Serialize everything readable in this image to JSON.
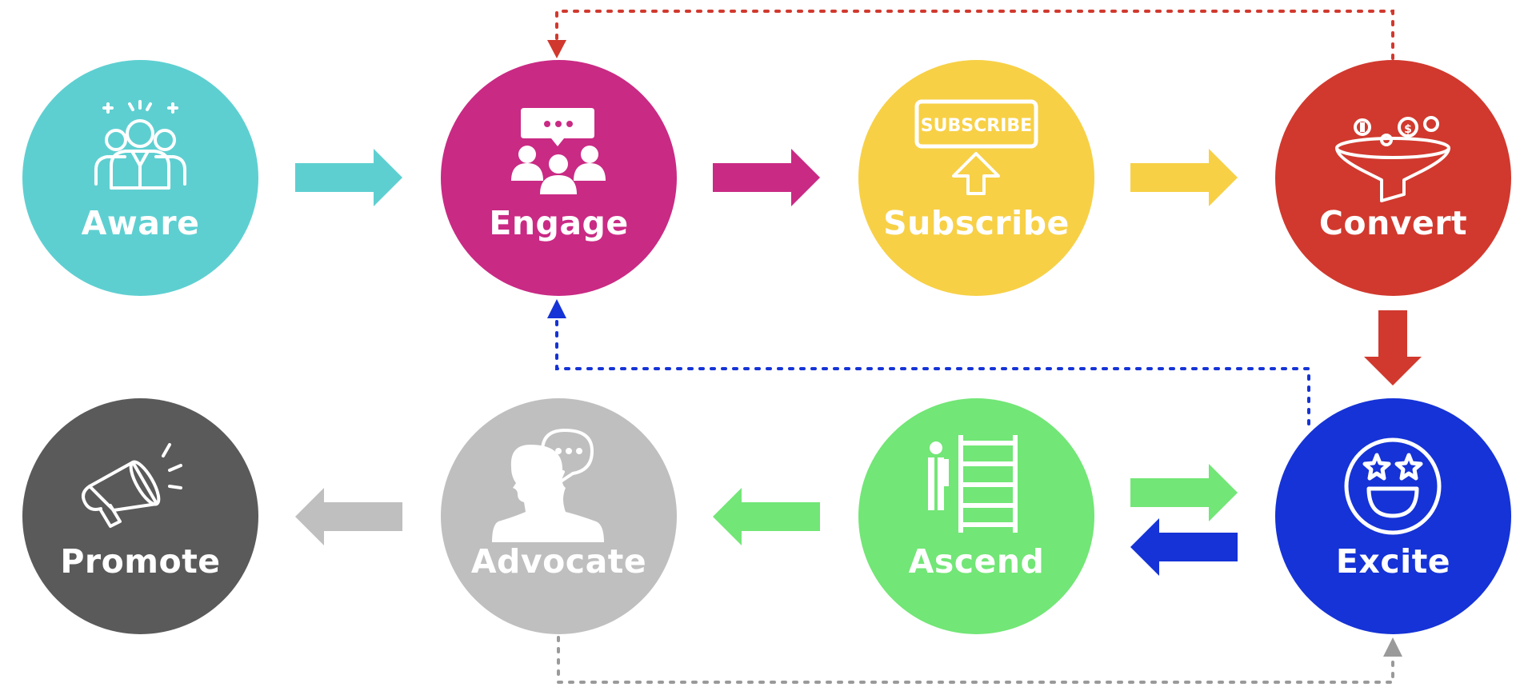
{
  "colors": {
    "aware": "#5ecfd1",
    "engage": "#c92a84",
    "subscribe": "#f7d046",
    "convert": "#d1392e",
    "excite": "#1533d6",
    "ascend": "#72e676",
    "advocate": "#bfbfbf",
    "promote": "#5a5a5a",
    "loop_gray": "#9a9a9a"
  },
  "stages": {
    "aware": {
      "label": "Aware",
      "icon": "team-icon"
    },
    "engage": {
      "label": "Engage",
      "icon": "discussion-group-icon"
    },
    "subscribe": {
      "label": "Subscribe",
      "icon": "subscribe-button-icon",
      "icon_text": "SUBSCRIBE"
    },
    "convert": {
      "label": "Convert",
      "icon": "sales-funnel-icon"
    },
    "excite": {
      "label": "Excite",
      "icon": "star-eyes-face-icon"
    },
    "ascend": {
      "label": "Ascend",
      "icon": "ladder-icon"
    },
    "advocate": {
      "label": "Advocate",
      "icon": "speaking-person-icon"
    },
    "promote": {
      "label": "Promote",
      "icon": "megaphone-icon"
    }
  }
}
